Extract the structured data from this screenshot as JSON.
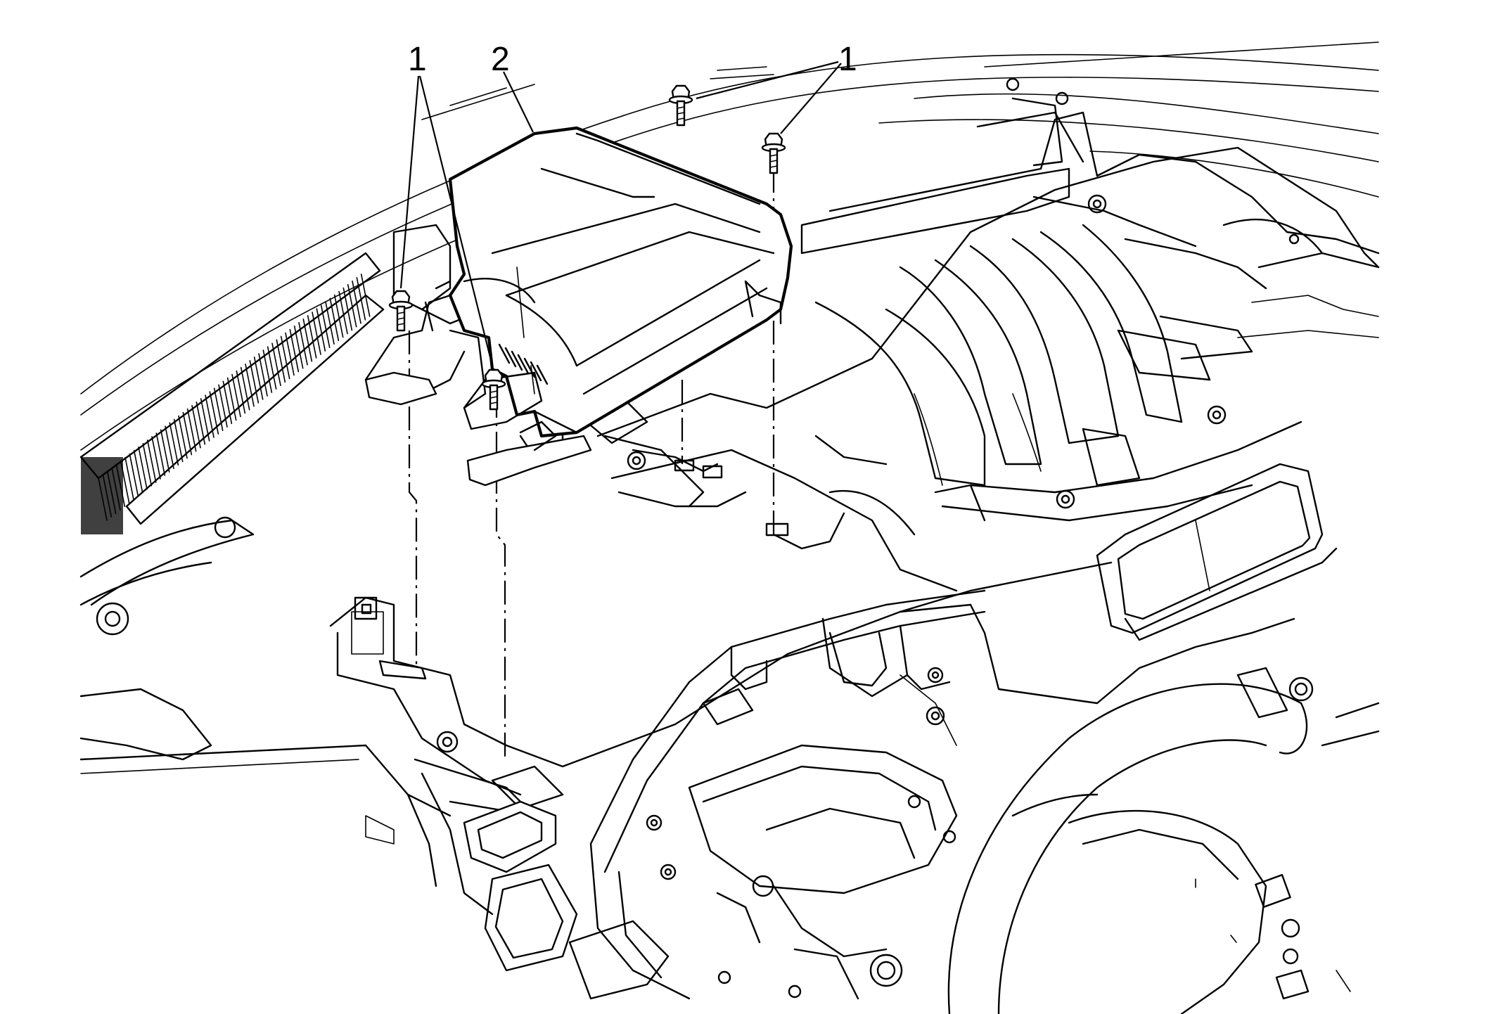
{
  "callouts": {
    "bolts_left": "1",
    "module": "2",
    "bolts_right": "1"
  },
  "colors": {
    "line": "#000000",
    "background": "#ffffff"
  },
  "icons": [
    "bolt-icon",
    "steering-wheel",
    "fuse-block-module",
    "instrument-panel"
  ]
}
